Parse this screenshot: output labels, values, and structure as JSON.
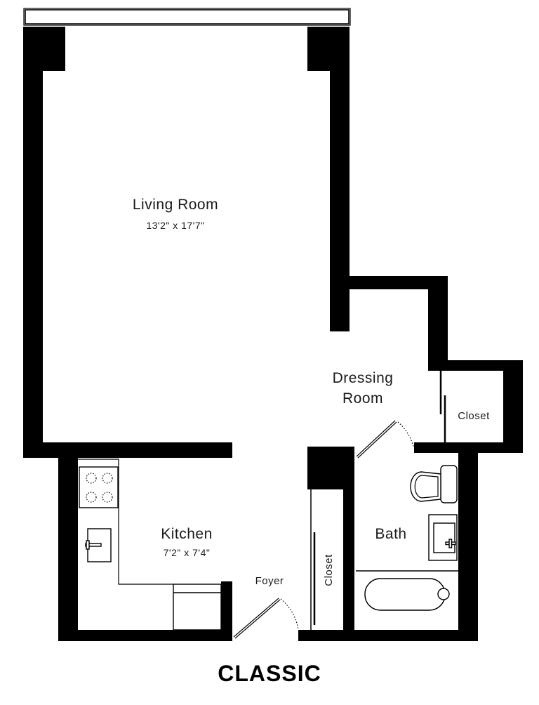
{
  "plan": {
    "title": "CLASSIC",
    "rooms": {
      "living_room": {
        "name": "Living Room",
        "dimensions": "13'2\" x 17'7\""
      },
      "dressing_room": {
        "name_line1": "Dressing",
        "name_line2": "Room"
      },
      "dressing_closet": {
        "name": "Closet"
      },
      "bath": {
        "name": "Bath"
      },
      "kitchen": {
        "name": "Kitchen",
        "dimensions": "7'2\" x 7'4\""
      },
      "foyer": {
        "name": "Foyer"
      },
      "foyer_closet": {
        "name": "Closet"
      }
    },
    "colors": {
      "wall": "#000000",
      "background": "#ffffff"
    }
  }
}
